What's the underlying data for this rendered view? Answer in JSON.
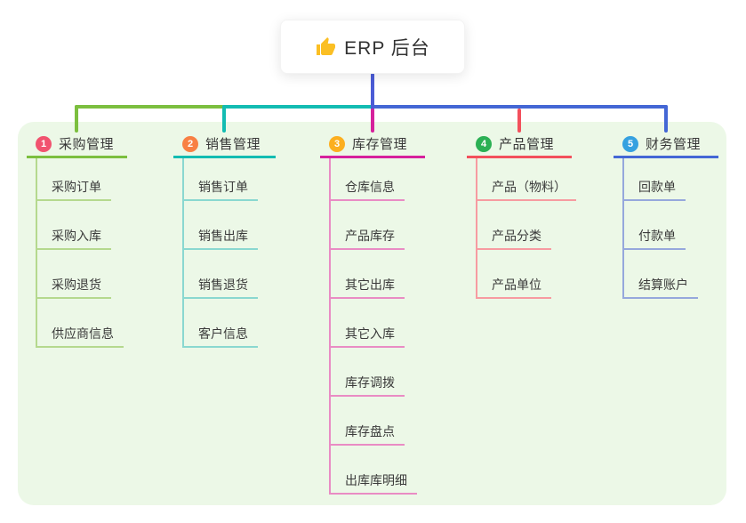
{
  "root": {
    "label": "ERP 后台",
    "icon": "thumbs-up",
    "icon_color": "#fbbf24",
    "connector_color": "#4b5cd6"
  },
  "canvas": {
    "background": "#ffffff",
    "panel_background": "#ecf8e7"
  },
  "branches": [
    {
      "number": "1",
      "label": "采购管理",
      "badge_color": "#f1536f",
      "line_color": "#7cbf3f",
      "child_line_color": "#b5d98e",
      "children": [
        "采购订单",
        "采购入库",
        "采购退货",
        "供应商信息"
      ]
    },
    {
      "number": "2",
      "label": "销售管理",
      "badge_color": "#f88044",
      "line_color": "#13bcb2",
      "child_line_color": "#8ad8d0",
      "children": [
        "销售订单",
        "销售出库",
        "销售退货",
        "客户信息"
      ]
    },
    {
      "number": "3",
      "label": "库存管理",
      "badge_color": "#fcaf1f",
      "line_color": "#d6219c",
      "child_line_color": "#e98cc4",
      "children": [
        "仓库信息",
        "产品库存",
        "其它出库",
        "其它入库",
        "库存调拨",
        "库存盘点",
        "出库库明细"
      ]
    },
    {
      "number": "4",
      "label": "产品管理",
      "badge_color": "#2bb054",
      "line_color": "#f3505c",
      "child_line_color": "#f79ba1",
      "children": [
        "产品（物料）",
        "产品分类",
        "产品单位"
      ]
    },
    {
      "number": "5",
      "label": "财务管理",
      "badge_color": "#36a1e0",
      "line_color": "#4467d5",
      "child_line_color": "#96a8dc",
      "children": [
        "回款单",
        "付款单",
        "结算账户"
      ]
    }
  ]
}
